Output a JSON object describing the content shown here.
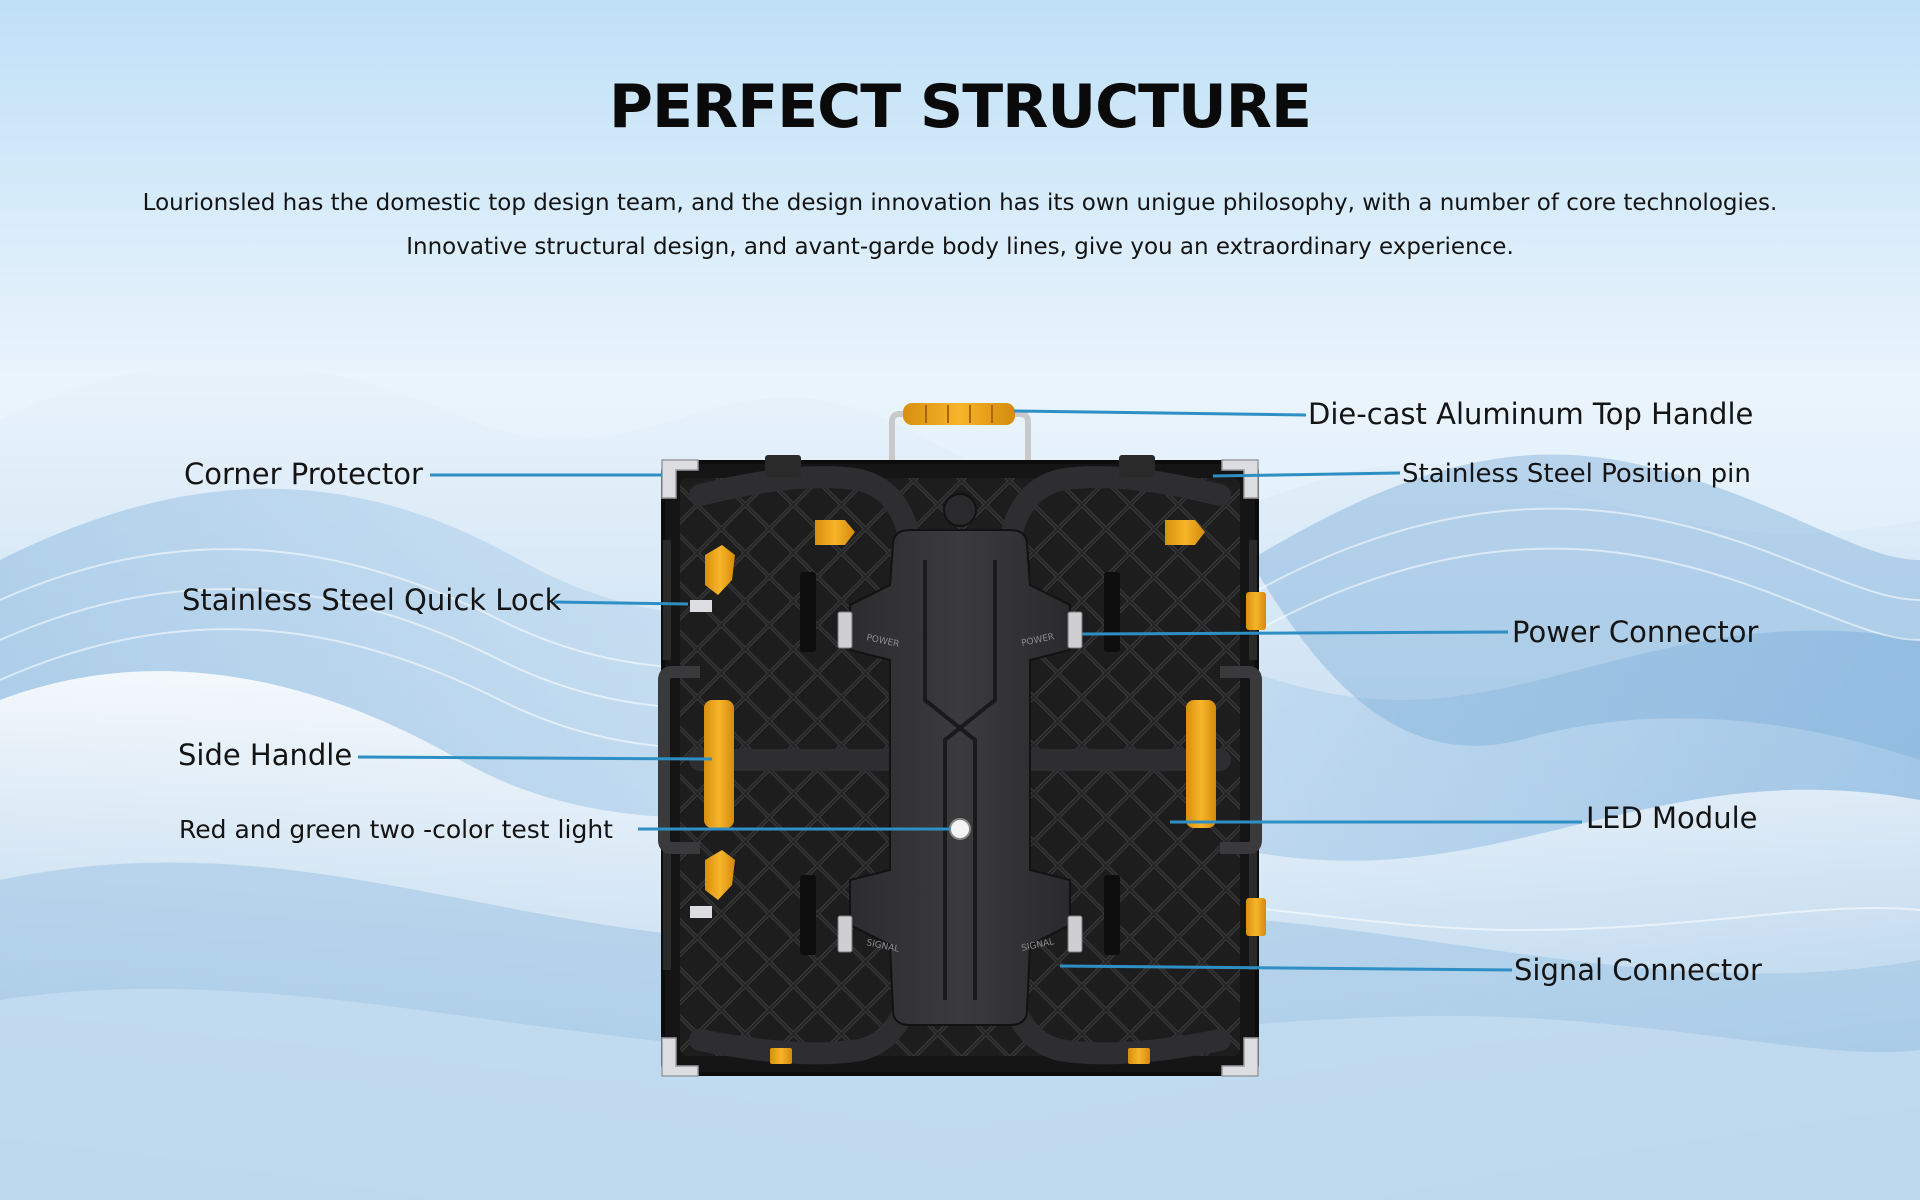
{
  "header": {
    "title": "PERFECT STRUCTURE",
    "description_line1": "Lourionsled has the domestic top design team, and the design innovation has its own unigue philosophy, with a number of core technologies.",
    "description_line2": "Innovative structural design, and avant-garde body lines, give you an extraordinary experience."
  },
  "callouts": {
    "left": {
      "corner_protector": "Corner Protector",
      "quick_lock": "Stainless Steel Quick Lock",
      "side_handle": "Side Handle",
      "test_light": "Red and green two -color test light"
    },
    "right": {
      "top_handle": "Die-cast Aluminum Top Handle",
      "position_pin": "Stainless Steel Position pin",
      "power_connector": "Power Connector",
      "led_module": "LED Module",
      "signal_connector": "Signal Connector"
    }
  },
  "panel": {
    "power_label": "POWER",
    "signal_label": "SIGNAL"
  },
  "colors": {
    "leader_line": "#2e8fc4",
    "handle_yellow": "#f2a81c",
    "cabinet_dark": "#1e1e1f",
    "frame_silver": "#dcdde0"
  }
}
